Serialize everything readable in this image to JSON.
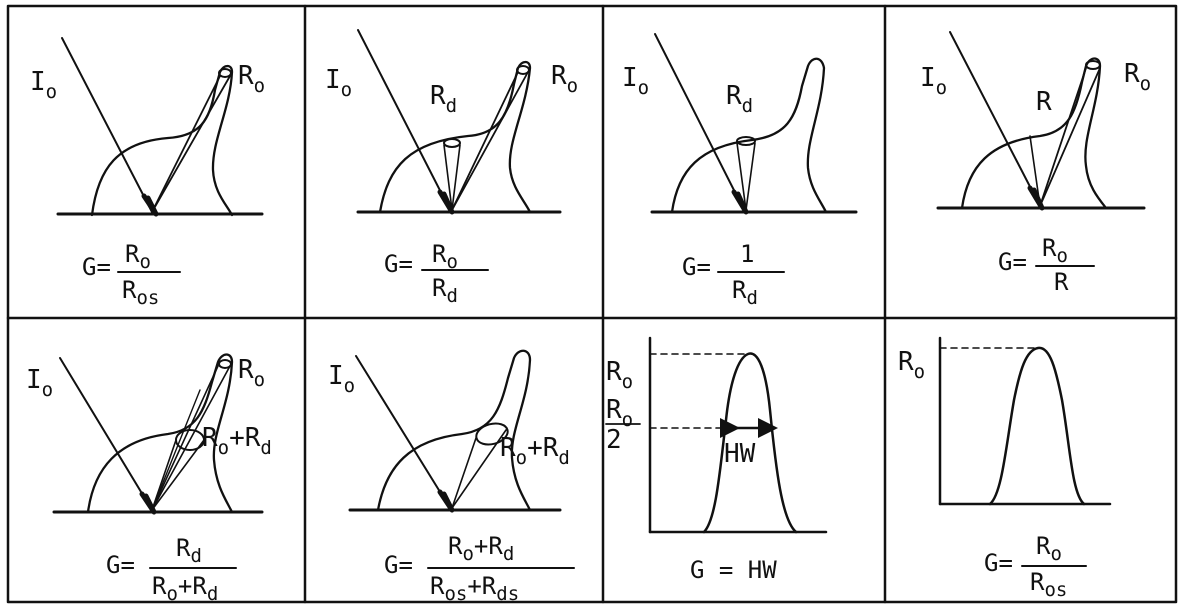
{
  "figure": {
    "cells": [
      {
        "id": "c1",
        "incident": "I",
        "incident_sub": "o",
        "peak": "R",
        "peak_sub": "o",
        "formula": {
          "lhs": "G=",
          "num": "R",
          "num_sub": "o",
          "den": "R",
          "den_sub": "os"
        }
      },
      {
        "id": "c2",
        "incident": "I",
        "incident_sub": "o",
        "peak": "R",
        "peak_sub": "o",
        "mid": "R",
        "mid_sub": "d",
        "formula": {
          "lhs": "G=",
          "num": "R",
          "num_sub": "o",
          "den": "R",
          "den_sub": "d"
        }
      },
      {
        "id": "c3",
        "incident": "I",
        "incident_sub": "o",
        "mid": "R",
        "mid_sub": "d",
        "formula": {
          "lhs": "G=",
          "num": "1",
          "den": "R",
          "den_sub": "d"
        }
      },
      {
        "id": "c4",
        "incident": "I",
        "incident_sub": "o",
        "peak": "R",
        "peak_sub": "o",
        "mid": "R",
        "formula": {
          "lhs": "G=",
          "num": "R",
          "num_sub": "o",
          "den": "R"
        }
      },
      {
        "id": "c5",
        "incident": "I",
        "incident_sub": "o",
        "peak": "R",
        "peak_sub": "o",
        "side": "R",
        "side_sub": "o",
        "side_plus": "+R",
        "side_plus_sub": "d",
        "formula": {
          "lhs": "G=",
          "num": "R",
          "num_sub": "d",
          "den": "R",
          "den_sub": "o",
          "den2": "+R",
          "den2_sub": "d"
        }
      },
      {
        "id": "c6",
        "incident": "I",
        "incident_sub": "o",
        "side": "R",
        "side_sub": "o",
        "side_plus": "+R",
        "side_plus_sub": "d",
        "formula": {
          "lhs": "G=",
          "num": "R",
          "num_sub": "o",
          "num2": "+R",
          "num2_sub": "d",
          "den": "R",
          "den_sub": "os",
          "den2": "+R",
          "den2_sub": "ds"
        }
      },
      {
        "id": "c7",
        "y_top": "R",
        "y_top_sub": "o",
        "y_half_num": "R",
        "y_half_num_sub": "o",
        "y_half_den": "2",
        "width_label": "HW",
        "formula_text": "G = HW"
      },
      {
        "id": "c8",
        "y_top": "R",
        "y_top_sub": "o",
        "formula": {
          "lhs": "G=",
          "num": "R",
          "num_sub": "o",
          "den": "R",
          "den_sub": "os"
        }
      }
    ]
  }
}
